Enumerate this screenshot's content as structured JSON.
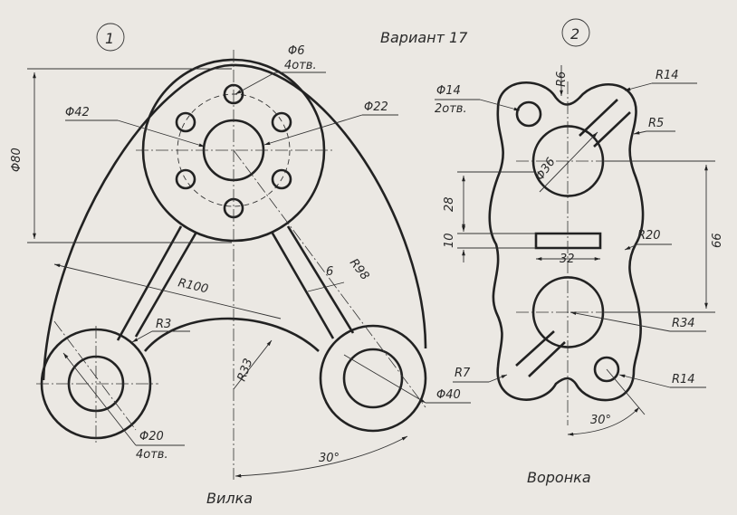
{
  "sheet": {
    "variant": "Вариант 17",
    "background_color": "#ebe8e3",
    "line_color": "#222222"
  },
  "fig1": {
    "number": "1",
    "caption": "Вилка",
    "dims": {
      "d6": "Φ6",
      "d6_count": "4отв.",
      "d42": "Φ42",
      "d22": "Φ22",
      "h80": "Φ80",
      "r100": "R100",
      "r98": "R98",
      "w6": "6",
      "r3": "R3",
      "r33": "R33",
      "d40": "Φ40",
      "d20": "Φ20",
      "d20_count": "4отв.",
      "a30": "30°"
    }
  },
  "fig2": {
    "number": "2",
    "caption": "Воронка",
    "dims": {
      "d14": "Φ14",
      "d14_count": "2отв.",
      "r6": "R6",
      "r14_top": "R14",
      "r5": "R5",
      "d36": "Φ36",
      "h28": "28",
      "h10": "10",
      "r20": "R20",
      "w32": "32",
      "h66": "66",
      "r34": "R34",
      "r7": "R7",
      "r14_bottom": "R14",
      "a30": "30°"
    }
  }
}
